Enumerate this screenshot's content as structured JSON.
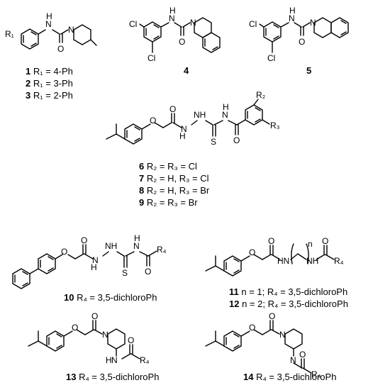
{
  "compounds": [
    {
      "number": "1",
      "text": "R₁ = 4-Ph"
    },
    {
      "number": "2",
      "text": "R₁ = 3-Ph"
    },
    {
      "number": "3",
      "text": "R₁ = 2-Ph"
    },
    {
      "number": "4",
      "text": ""
    },
    {
      "number": "5",
      "text": ""
    },
    {
      "number": "6",
      "text": "R₂ = R₃ = Cl"
    },
    {
      "number": "7",
      "text": "R₂ = H, R₃ = Cl"
    },
    {
      "number": "8",
      "text": "R₂ = H, R₃ = Br"
    },
    {
      "number": "9",
      "text": "R₂ = R₃ = Br"
    },
    {
      "number": "10",
      "text": "R₄ = 3,5-dichloroPh"
    },
    {
      "number": "11",
      "text": "n = 1; R₄ = 3,5-dichloroPh"
    },
    {
      "number": "12",
      "text": "n = 2; R₄ = 3,5-dichloroPh"
    },
    {
      "number": "13",
      "text": "R₄ = 3,5-dichloroPh"
    },
    {
      "number": "14",
      "text": "R₄ = 3,5-dichloroPh"
    }
  ],
  "atoms": {
    "r1": "R₁",
    "r2": "R₂",
    "r3": "R₃",
    "r4": "R₄",
    "n": "N",
    "h": "H",
    "nh": "NH",
    "hn": "HN",
    "o": "O",
    "s": "S",
    "cl": "Cl",
    "sub_n": "n"
  }
}
